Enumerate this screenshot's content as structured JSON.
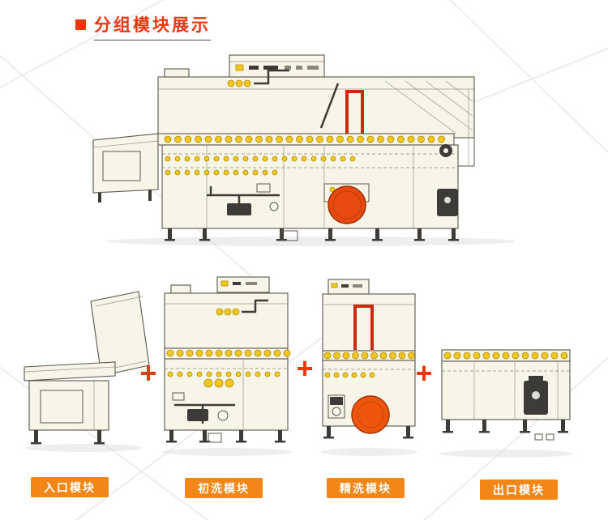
{
  "header": {
    "title": "分组模块展示"
  },
  "decor": {
    "plus": "+"
  },
  "modules": [
    {
      "id": "entrance",
      "label": "入口模块"
    },
    {
      "id": "prewash",
      "label": "初洗模块"
    },
    {
      "id": "finewash",
      "label": "精洗模块"
    },
    {
      "id": "exit",
      "label": "出口模块"
    }
  ],
  "illustrations": {
    "overview": "full-conveyor-dishwasher",
    "entrance": "entrance-table-unit",
    "prewash": "prewash-unit",
    "finewash": "fine-wash-unit",
    "exit": "exit-conveyor-unit"
  },
  "colors": {
    "title_red": "#e8380d",
    "label_orange": "#f28616",
    "machine_cream": "#f7f4e8",
    "outline_gray": "#5b574d",
    "nozzle_yellow": "#f2c71f",
    "pipe_red": "#cb2a0f",
    "motor_dark": "#3d3b37",
    "pump_circle_orange": "#e8490f"
  }
}
